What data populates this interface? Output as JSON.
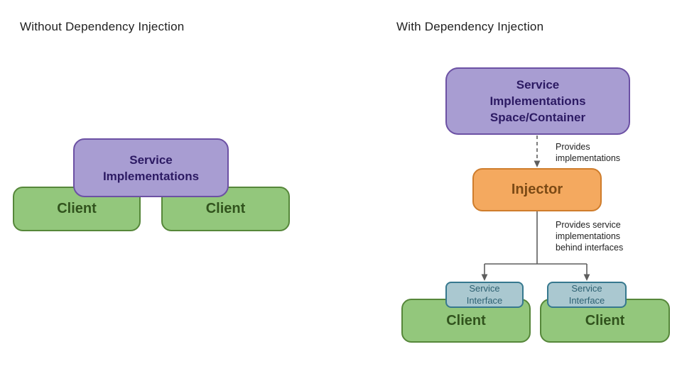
{
  "left_diagram": {
    "title": "Without Dependency Injection",
    "service_box": "Service\nImplementations",
    "clients": [
      "Client",
      "Client"
    ]
  },
  "right_diagram": {
    "title": "With Dependency Injection",
    "container_box": "Service\nImplementations\nSpace/Container",
    "injector_box": "Injector",
    "provides_implementations_label": "Provides\nimplementations",
    "provides_service_label": "Provides service\nimplementations\nbehind interfaces",
    "service_interfaces": [
      "Service\nInterface",
      "Service\nInterface"
    ],
    "clients": [
      "Client",
      "Client"
    ]
  },
  "colors": {
    "purple_fill": "#a89dd2",
    "purple_border": "#6c51a4",
    "purple_text": "#2c1a63",
    "green_fill": "#93c77c",
    "green_border": "#56873a",
    "green_text": "#31531d",
    "orange_fill": "#f4a95f",
    "orange_border": "#cf7d2c",
    "orange_text": "#7b4a15",
    "interface_fill": "#aac8d0",
    "interface_border": "#36788e",
    "interface_text": "#2e6172",
    "connector": "#5e5e5e",
    "annotation_text": "#1f1f1f",
    "title_text": "#1f1f1f",
    "canvas_bg": "#ffffff"
  }
}
